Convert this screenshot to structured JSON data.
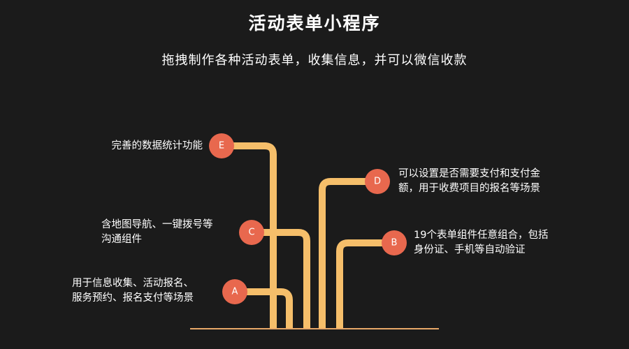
{
  "header": {
    "title": "活动表单小程序",
    "subtitle": "拖拽制作各种活动表单，收集信息，并可以微信收款"
  },
  "colors": {
    "background": "#1b1b1b",
    "line": "#f5be6a",
    "circle": "#e8684e",
    "baseline": "#e8a868"
  },
  "nodes": [
    {
      "id": "E",
      "lines": [
        "完善的数据统计功能"
      ]
    },
    {
      "id": "D",
      "lines": [
        "可以设置是否需要支付和支付金",
        "额，用于收费项目的报名等场景"
      ]
    },
    {
      "id": "C",
      "lines": [
        "含地图导航、一键拨号等",
        "沟通组件"
      ]
    },
    {
      "id": "B",
      "lines": [
        "19个表单组件任意组合，包括",
        "身份证、手机等自动验证"
      ]
    },
    {
      "id": "A",
      "lines": [
        "用于信息收集、活动报名、",
        "服务预约、报名支付等场景"
      ]
    }
  ]
}
